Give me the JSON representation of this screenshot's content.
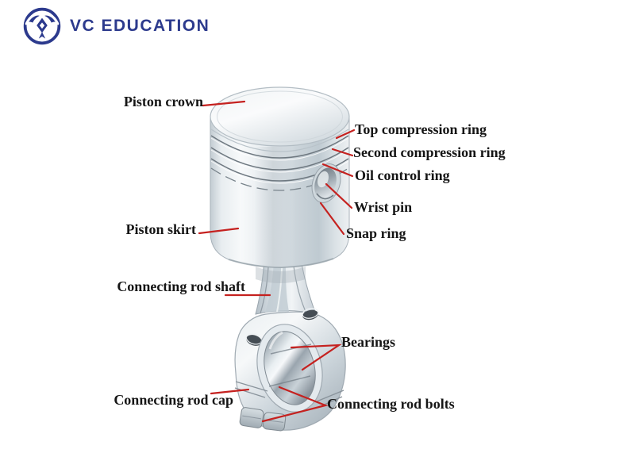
{
  "brand": {
    "name": "VC EDUCATION",
    "logo_icon": "eagle-circle-icon",
    "color": "#2c3a8d"
  },
  "diagram": {
    "label_color": "#151515",
    "leader_color": "#c5211f",
    "parts": [
      {
        "name": "Piston crown",
        "side": "left"
      },
      {
        "name": "Top compression ring",
        "side": "right"
      },
      {
        "name": "Second compression ring",
        "side": "right"
      },
      {
        "name": "Oil control ring",
        "side": "right"
      },
      {
        "name": "Wrist pin",
        "side": "right"
      },
      {
        "name": "Snap ring",
        "side": "right"
      },
      {
        "name": "Piston skirt",
        "side": "left"
      },
      {
        "name": "Connecting rod shaft",
        "side": "left"
      },
      {
        "name": "Bearings",
        "side": "right"
      },
      {
        "name": "Connecting rod cap",
        "side": "left"
      },
      {
        "name": "Connecting rod bolts",
        "side": "right"
      }
    ]
  }
}
